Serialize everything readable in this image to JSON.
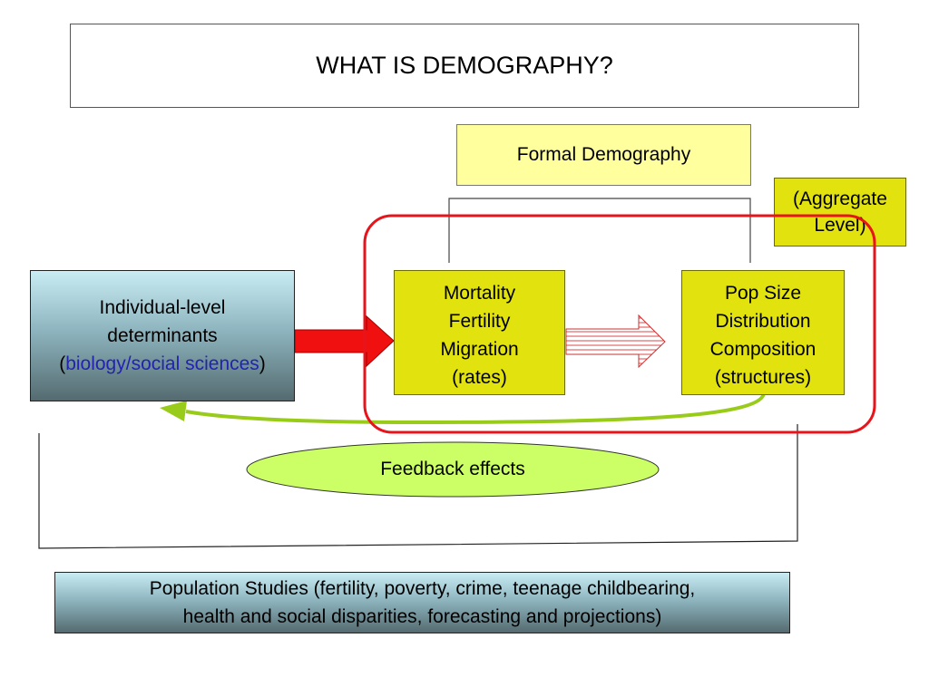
{
  "title": "WHAT IS DEMOGRAPHY?",
  "formal_demography": "Formal Demography",
  "aggregate": [
    "(Aggregate",
    "Level)"
  ],
  "individual": {
    "line1": "Individual-level",
    "line2": "determinants",
    "open_paren": "(",
    "link_text": "biology/social sciences",
    "close_paren": ")"
  },
  "rates": [
    "Mortality",
    "Fertility",
    "Migration",
    "(rates)"
  ],
  "structures": [
    "Pop Size",
    "Distribution",
    "Composition",
    "(structures)"
  ],
  "feedback": "Feedback effects",
  "population_studies": [
    "Population Studies (fertility, poverty, crime, teenage childbearing,",
    "health and social disparities, forecasting and projections)"
  ],
  "colors": {
    "yellow": "#e2e20e",
    "light_yellow": "#ffff9e",
    "red": "#e8141b",
    "green": "#99cc1a",
    "ellipse_fill": "#ccff66",
    "link_blue": "#2323b0"
  }
}
